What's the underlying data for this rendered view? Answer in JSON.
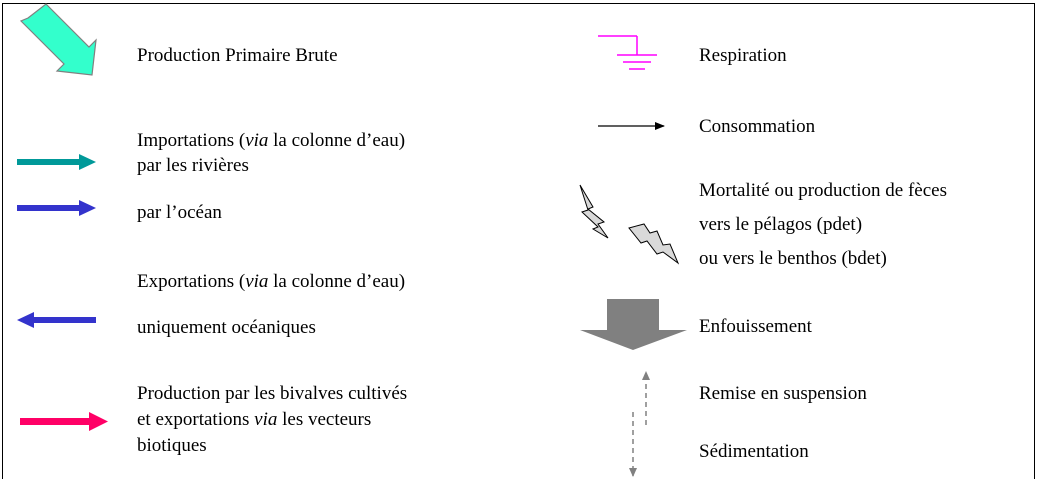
{
  "legend": {
    "production_primaire": "Production Primaire Brute",
    "importations_title": {
      "before": "Importations (",
      "italic": "via",
      "after": " la colonne d’eau)"
    },
    "importations_rivieres": "par les rivières",
    "importations_ocean": "par l’océan",
    "exportations_title": {
      "before": "Exportations (",
      "italic": "via",
      "after": " la colonne d’eau)"
    },
    "exportations_oceaniques": "uniquement océaniques",
    "bivalves_line1": "Production par les bivalves cultivés",
    "bivalves_line2": {
      "before": "et exportations ",
      "italic": "via",
      "after": " les vecteurs"
    },
    "bivalves_line3": "biotiques",
    "respiration": "Respiration",
    "consommation": "Consommation",
    "mortalite_line1": "Mortalité ou production de fèces",
    "mortalite_line2": "vers le pélagos (pdet)",
    "mortalite_line3": "ou vers le benthos (bdet)",
    "enfouissement": "Enfouissement",
    "remise_en_suspension": "Remise en suspension",
    "sedimentation": "Sédimentation"
  },
  "icons": [
    "production-primaire-arrow-icon",
    "river-import-arrow-icon",
    "ocean-import-arrow-icon",
    "ocean-export-arrow-icon",
    "bivalve-arrow-icon",
    "respiration-ground-icon",
    "consumption-arrow-icon",
    "lightning-pelagos-icon",
    "lightning-benthos-icon",
    "burial-arrow-icon",
    "resuspension-arrow-icon",
    "sedimentation-arrow-icon"
  ],
  "colors": {
    "primary_production": "#33ffcc",
    "rivers": "#009999",
    "ocean": "#3333cc",
    "bivalves": "#ff0066",
    "respiration": "#ff00ff",
    "consumption": "#000000",
    "lightning": "#d9d9d9",
    "burial": "#808080",
    "resuspension": "#808080"
  }
}
